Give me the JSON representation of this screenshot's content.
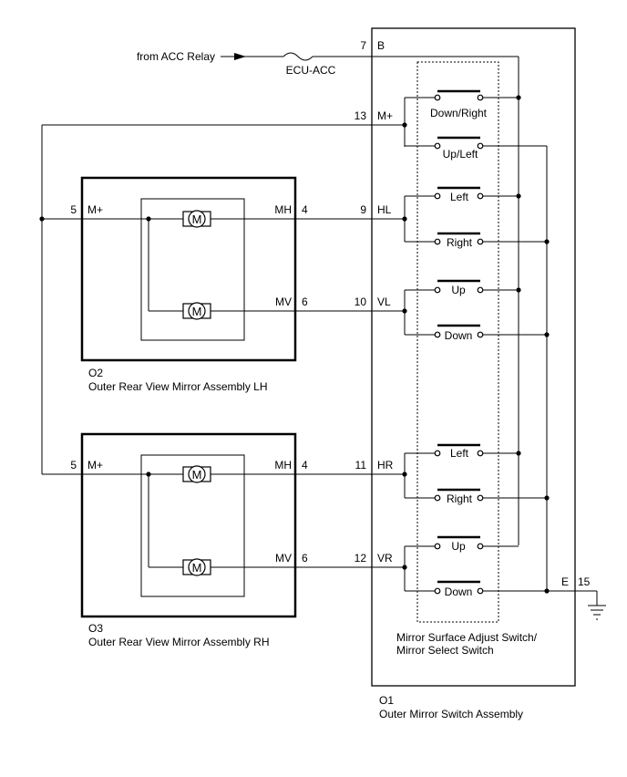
{
  "power": {
    "source_label": "from ACC Relay",
    "fuse_label": "ECU-ACC"
  },
  "switch_assembly": {
    "code": "O1",
    "name": "Outer Mirror Switch Assembly",
    "inner_label_1": "Mirror Surface Adjust Switch/",
    "inner_label_2": "Mirror Select Switch",
    "pins": {
      "b": {
        "num": "7",
        "name": "B"
      },
      "mplus": {
        "num": "13",
        "name": "M+"
      },
      "hl": {
        "num": "9",
        "name": "HL"
      },
      "vl": {
        "num": "10",
        "name": "VL"
      },
      "hr": {
        "num": "11",
        "name": "HR"
      },
      "vr": {
        "num": "12",
        "name": "VR"
      },
      "e": {
        "num": "15",
        "name": "E"
      }
    },
    "switches": {
      "down_right": "Down/Right",
      "up_left": "Up/Left",
      "left_l": "Left",
      "right_l": "Right",
      "up_l": "Up",
      "down_l": "Down",
      "left_r": "Left",
      "right_r": "Right",
      "up_r": "Up",
      "down_r": "Down"
    }
  },
  "mirror_lh": {
    "code": "O2",
    "name": "Outer Rear View Mirror Assembly LH",
    "pin_mplus": {
      "num": "5",
      "name": "M+"
    },
    "pin_mh": {
      "num": "4",
      "name": "MH"
    },
    "pin_mv": {
      "num": "6",
      "name": "MV"
    }
  },
  "mirror_rh": {
    "code": "O3",
    "name": "Outer Rear View Mirror Assembly RH",
    "pin_mplus": {
      "num": "5",
      "name": "M+"
    },
    "pin_mh": {
      "num": "4",
      "name": "MH"
    },
    "pin_mv": {
      "num": "6",
      "name": "MV"
    }
  },
  "motor_symbol": "M"
}
